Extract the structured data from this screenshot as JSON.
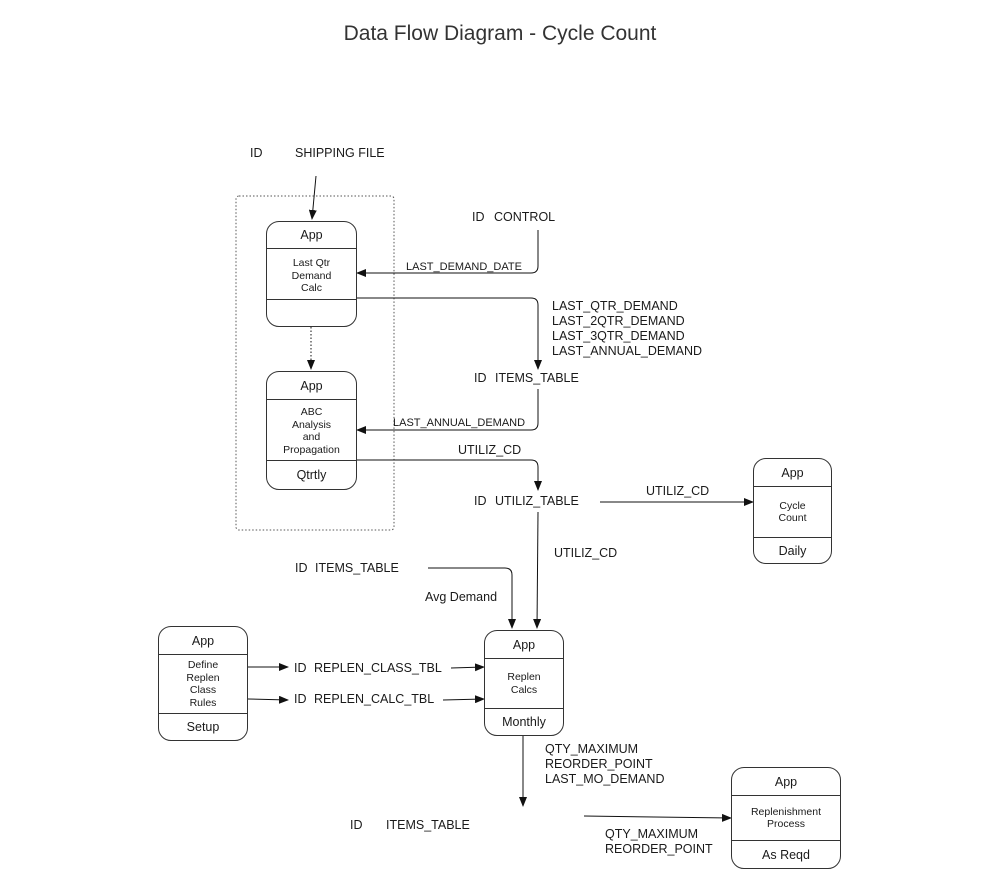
{
  "title": "Data Flow Diagram - Cycle Count",
  "processes": {
    "last_qtr": {
      "header": "App",
      "body": "Last Qtr\nDemand\nCalc"
    },
    "abc": {
      "header": "App",
      "body": "ABC\nAnalysis\nand\nPropagation",
      "footer": "Qtrtly"
    },
    "cycle_count": {
      "header": "App",
      "body": "Cycle\nCount",
      "footer": "Daily"
    },
    "define_replen": {
      "header": "App",
      "body": "Define\nReplen\nClass\nRules",
      "footer": "Setup"
    },
    "replen_calcs": {
      "header": "App",
      "body": "Replen\nCalcs",
      "footer": "Monthly"
    },
    "replenishment": {
      "header": "App",
      "body": "Replenishment\nProcess",
      "footer": "As Reqd"
    }
  },
  "stores": {
    "shipping_file": {
      "id": "ID",
      "name": "SHIPPING FILE"
    },
    "control": {
      "id": "ID",
      "name": "CONTROL"
    },
    "items_table_1": {
      "id": "ID",
      "name": "ITEMS_TABLE"
    },
    "utiliz_table": {
      "id": "ID",
      "name": "UTILIZ_TABLE"
    },
    "items_table_2": {
      "id": "ID",
      "name": "ITEMS_TABLE"
    },
    "replen_class_tbl": {
      "id": "ID",
      "name": "REPLEN_CLASS_TBL"
    },
    "replen_calc_tbl": {
      "id": "ID",
      "name": "REPLEN_CALC_TBL"
    },
    "items_table_3": {
      "id": "ID",
      "name": "ITEMS_TABLE"
    }
  },
  "flows": {
    "last_demand_date": "LAST_DEMAND_DATE",
    "demand_fields": "LAST_QTR_DEMAND\nLAST_2QTR_DEMAND\nLAST_3QTR_DEMAND\nLAST_ANNUAL_DEMAND",
    "last_annual_demand": "LAST_ANNUAL_DEMAND",
    "utiliz_cd_1": "UTILIZ_CD",
    "utiliz_cd_2": "UTILIZ_CD",
    "utiliz_cd_3": "UTILIZ_CD",
    "avg_demand": "Avg Demand",
    "replen_outputs": "QTY_MAXIMUM\nREORDER_POINT\nLAST_MO_DEMAND",
    "replenishment_inputs": "QTY_MAXIMUM\nREORDER_POINT"
  }
}
